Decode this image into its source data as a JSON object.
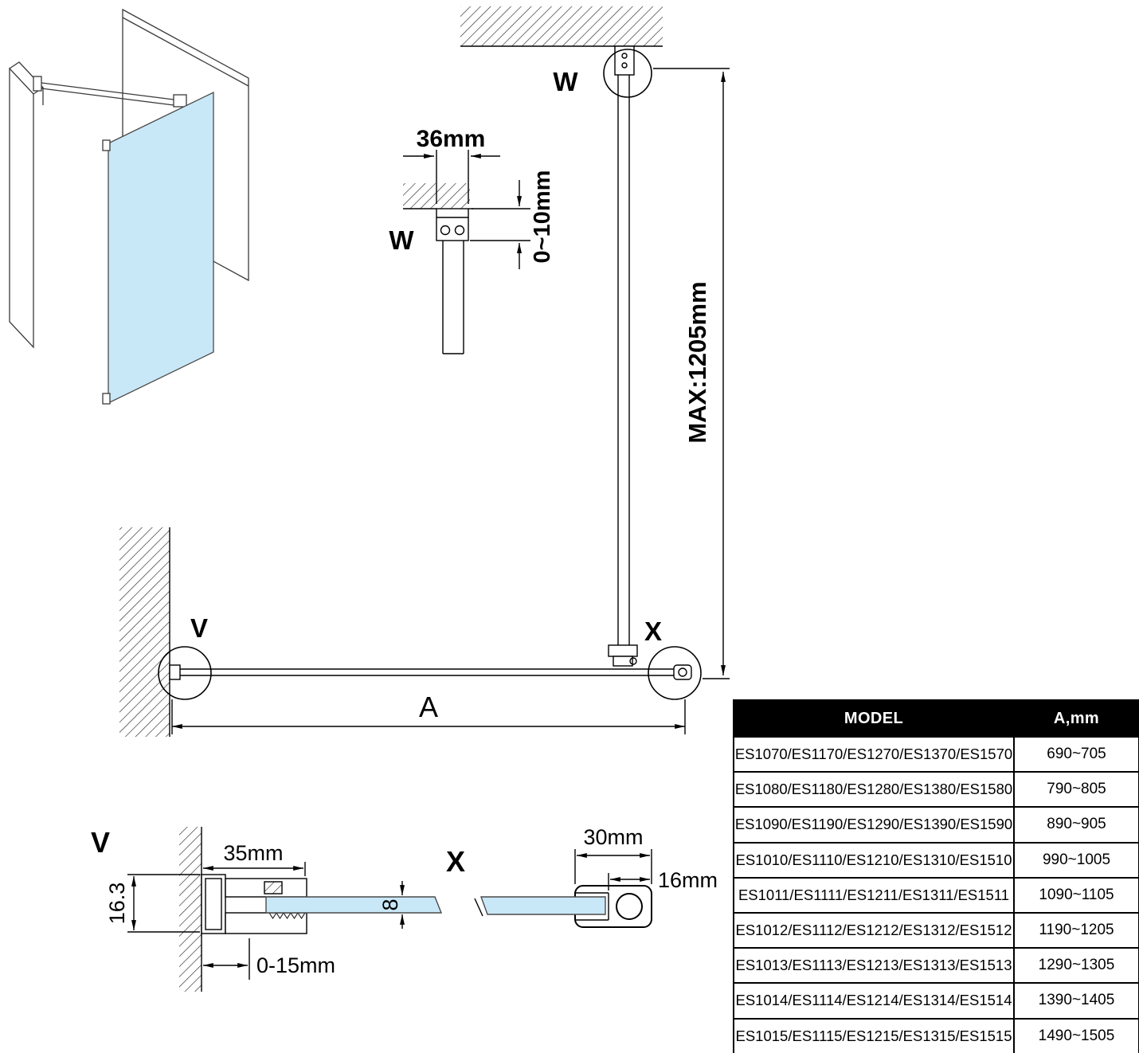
{
  "diagram": {
    "labels": {
      "w_callout": "W",
      "w_detail": "W",
      "v_callout": "V",
      "v_detail": "V",
      "x_callout": "X",
      "x_detail": "X",
      "a": "A"
    },
    "dims": {
      "bracket_width": "36mm",
      "ceiling_gap": "0~10mm",
      "bar_max": "MAX:1205mm",
      "profile_width": "35mm",
      "profile_depth": "16.3",
      "glass_thickness": "8",
      "wall_adjust": "0-15mm",
      "connector_width": "30mm",
      "connector_inset": "16mm"
    },
    "colors": {
      "glass": "#c9e8f7",
      "line": "#000000",
      "table_header_bg": "#000000",
      "table_header_text": "#ffffff"
    }
  },
  "table": {
    "headers": [
      "MODEL",
      "A,mm"
    ],
    "rows": [
      {
        "model": "ES1070/ES1170/ES1270/ES1370/ES1570",
        "a_mm": "690~705"
      },
      {
        "model": "ES1080/ES1180/ES1280/ES1380/ES1580",
        "a_mm": "790~805"
      },
      {
        "model": "ES1090/ES1190/ES1290/ES1390/ES1590",
        "a_mm": "890~905"
      },
      {
        "model": "ES1010/ES1110/ES1210/ES1310/ES1510",
        "a_mm": "990~1005"
      },
      {
        "model": "ES1011/ES1111/ES1211/ES1311/ES1511",
        "a_mm": "1090~1105"
      },
      {
        "model": "ES1012/ES1112/ES1212/ES1312/ES1512",
        "a_mm": "1190~1205"
      },
      {
        "model": "ES1013/ES1113/ES1213/ES1313/ES1513",
        "a_mm": "1290~1305"
      },
      {
        "model": "ES1014/ES1114/ES1214/ES1314/ES1514",
        "a_mm": "1390~1405"
      },
      {
        "model": "ES1015/ES1115/ES1215/ES1315/ES1515",
        "a_mm": "1490~1505"
      }
    ]
  }
}
